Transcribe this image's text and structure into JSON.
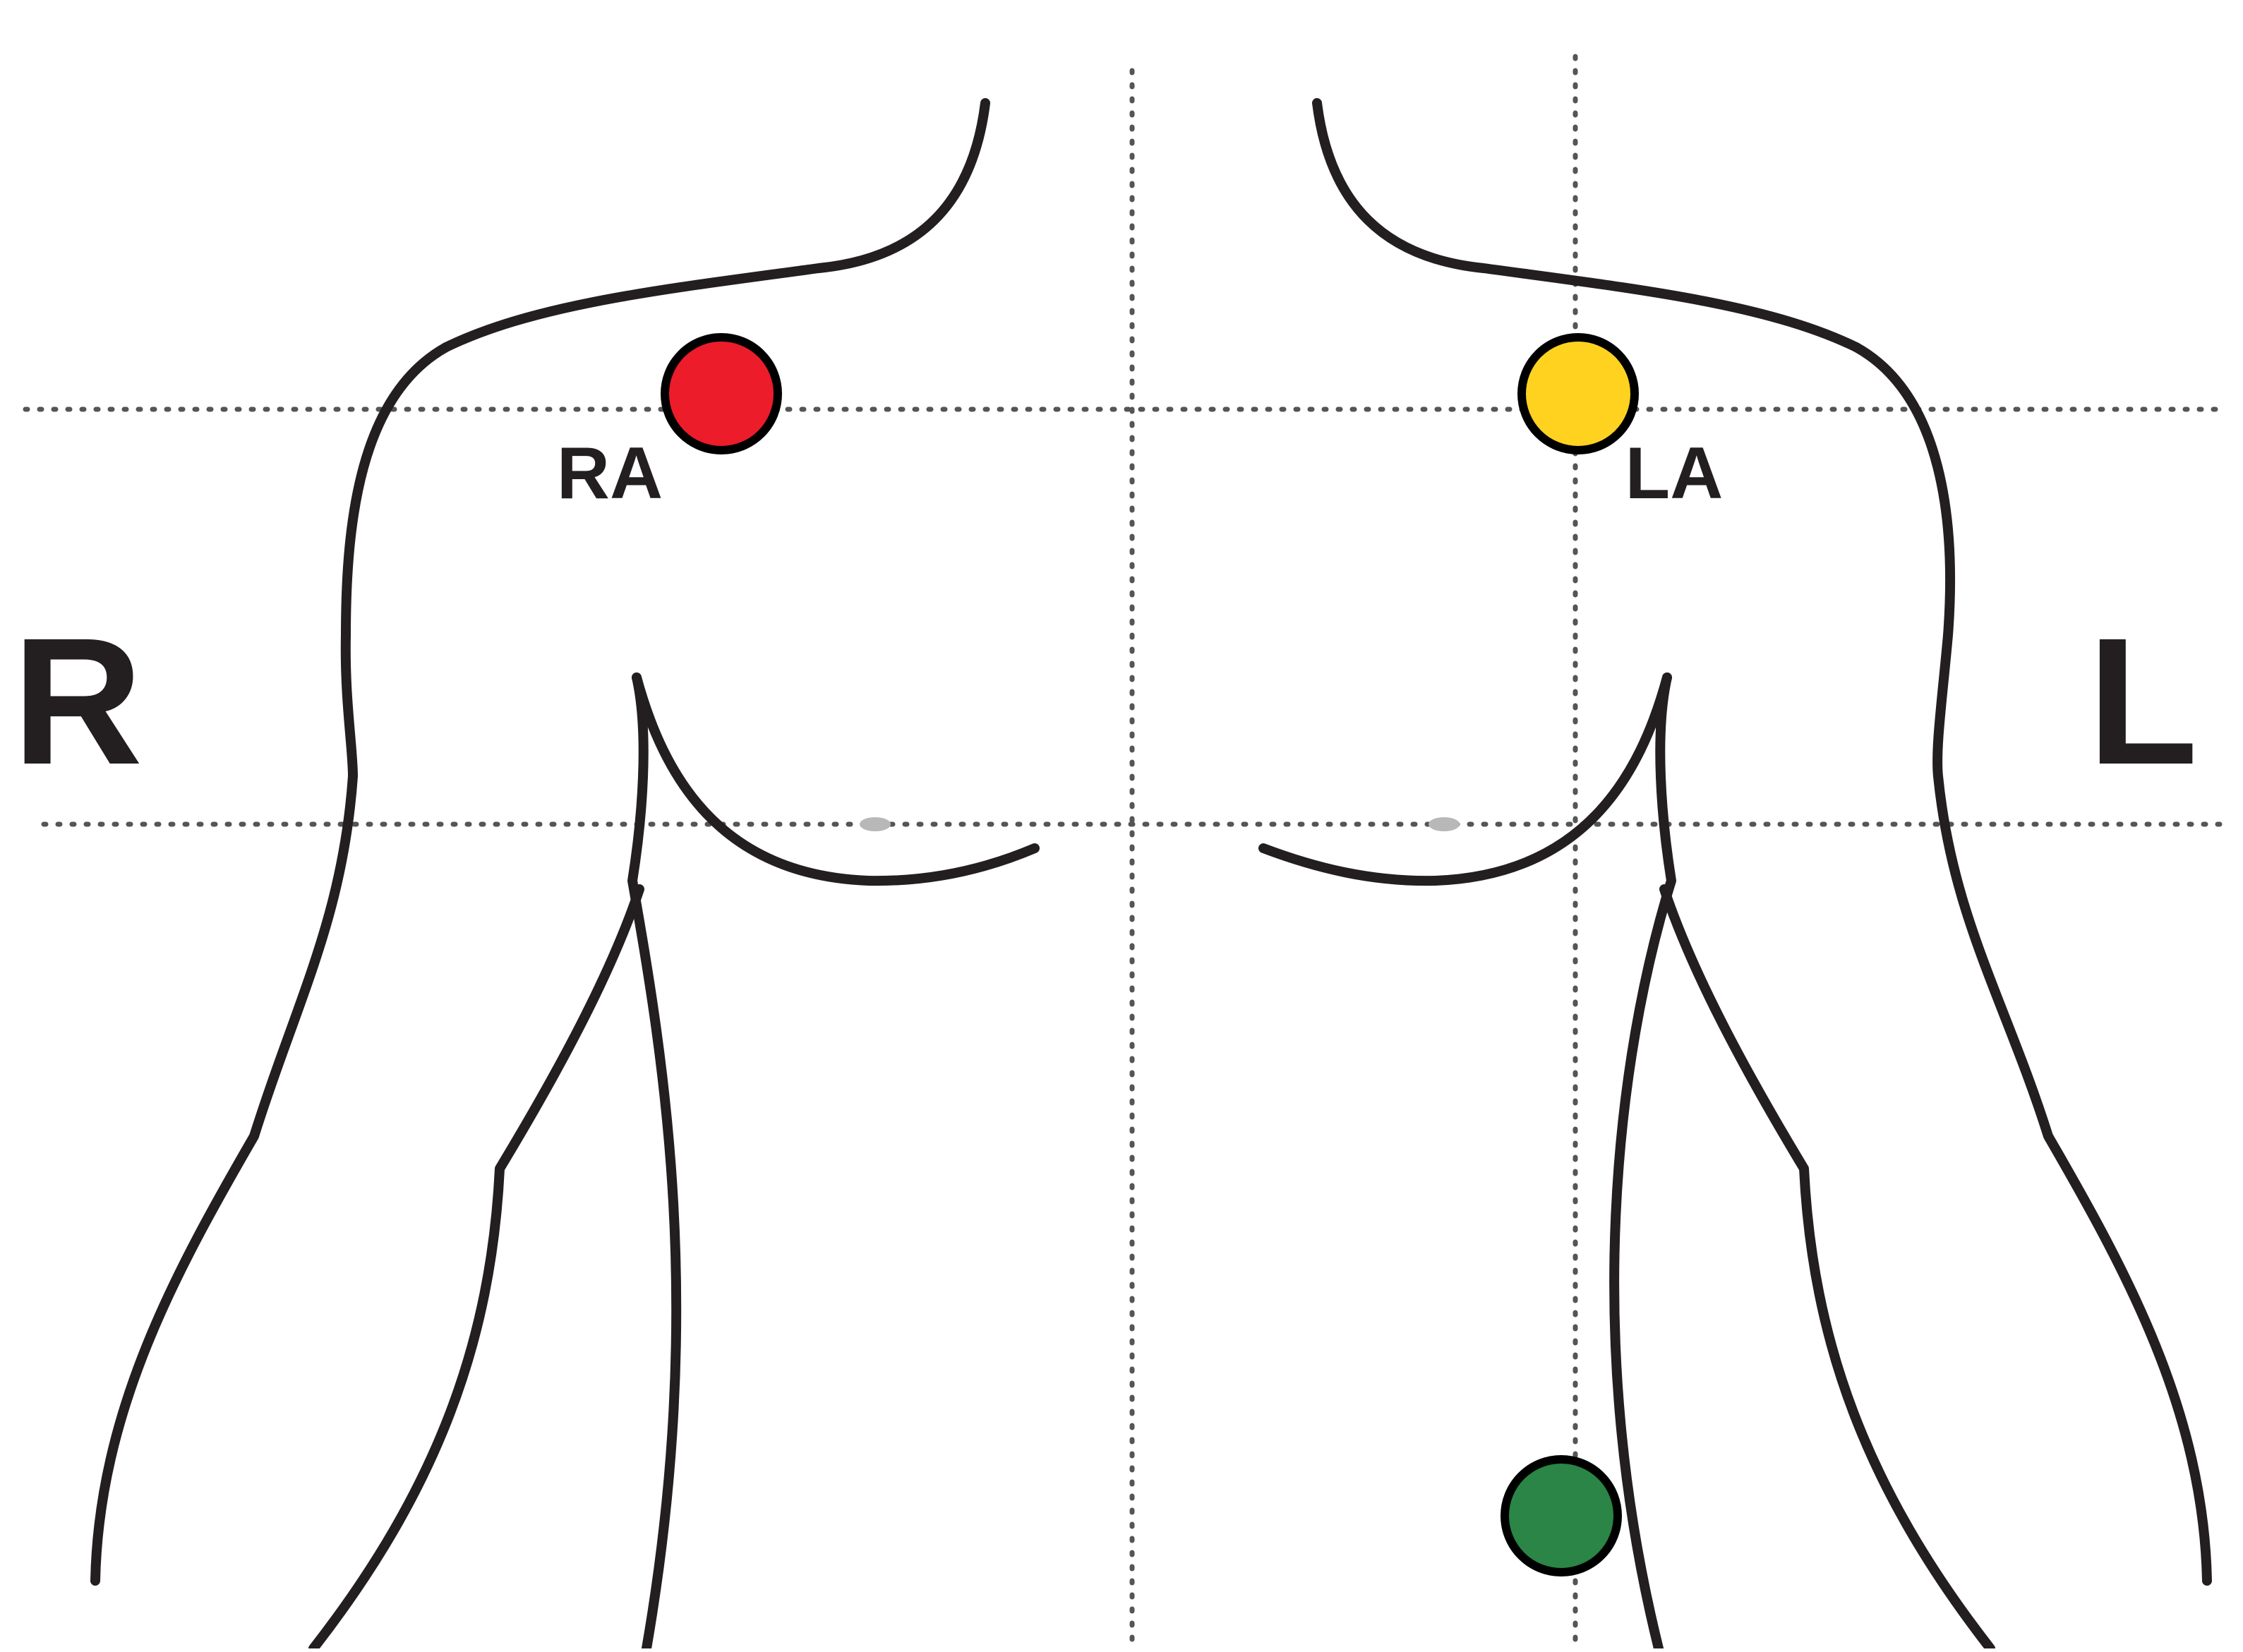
{
  "diagram": {
    "side_labels": {
      "right": "R",
      "left": "L"
    },
    "electrodes": [
      {
        "id": "ra",
        "label": "RA",
        "color": "#ec1c2b"
      },
      {
        "id": "la",
        "label": "LA",
        "color": "#ffd21f"
      },
      {
        "id": "ll",
        "label": "",
        "color": "#2a8546"
      }
    ],
    "outline_color": "#231f20",
    "guide_color": "#555555"
  }
}
